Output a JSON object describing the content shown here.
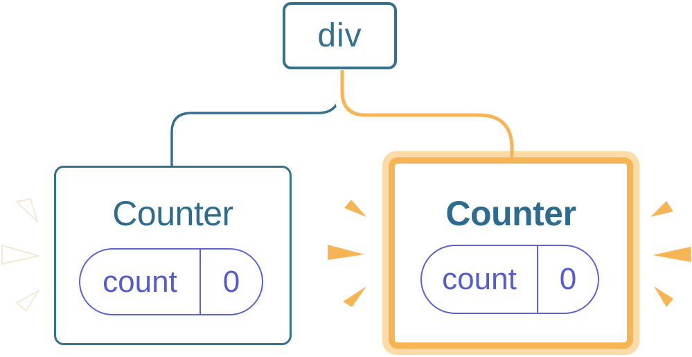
{
  "diagram": {
    "root": {
      "label": "div"
    },
    "cards": {
      "left": {
        "title": "Counter",
        "state_key": "count",
        "state_value": "0",
        "highlighted": false
      },
      "right": {
        "title": "Counter",
        "state_key": "count",
        "state_value": "0",
        "highlighted": true
      }
    }
  },
  "colors": {
    "blue": "#35708F",
    "title_blue": "#2D6C8E",
    "purple_border": "#5B63D3",
    "purple_text": "#545CCF",
    "orange": "#F7B455",
    "light_orange": "#FBDCA8",
    "card_background": "#FFFFFF"
  }
}
